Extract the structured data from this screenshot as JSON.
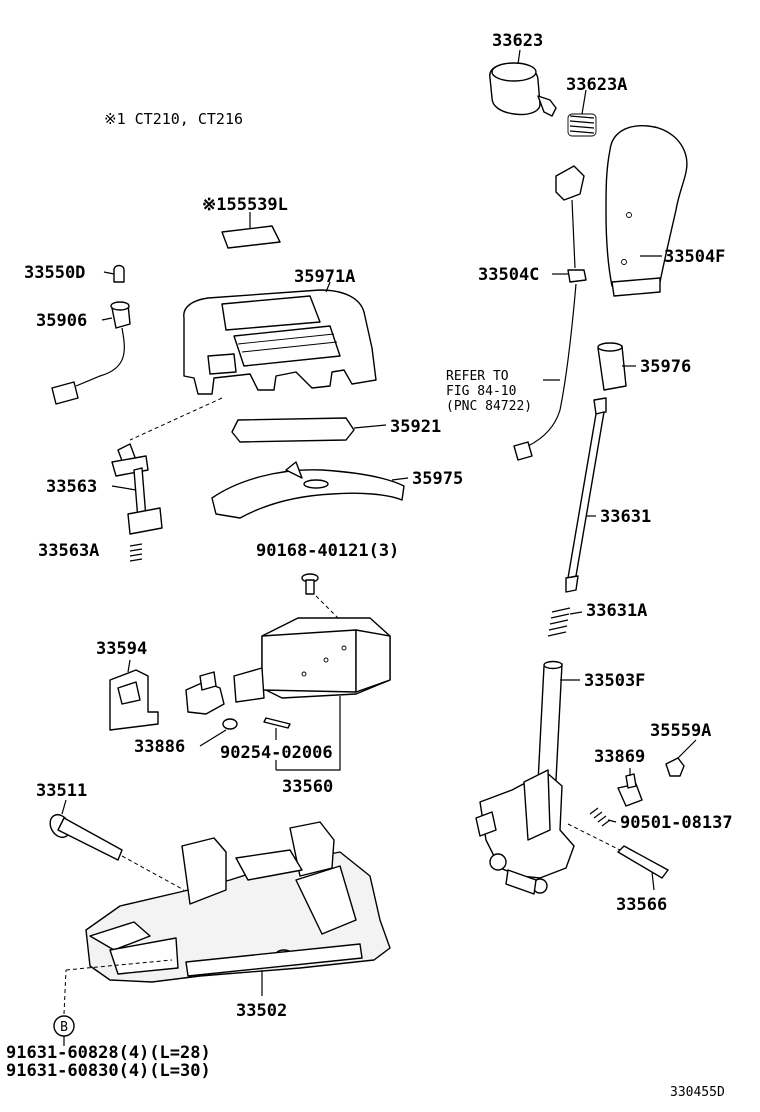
{
  "note": "※1 CT210, CT216",
  "figure_id": "330455D",
  "refer": {
    "line1": "REFER TO",
    "line2": "FIG 84-10",
    "line3": "(PNC 84722)"
  },
  "callout_symbol": "B",
  "labels": {
    "p33623": "33623",
    "p33623A": "33623A",
    "p55539L": "※155539L",
    "p33550D": "33550D",
    "p35971A": "35971A",
    "p33504C": "33504C",
    "p33504F": "33504F",
    "p35906": "35906",
    "p35976": "35976",
    "p35921": "35921",
    "p33563": "33563",
    "p35975": "35975",
    "p33631": "33631",
    "p33563A": "33563A",
    "p90168": "90168-40121(3)",
    "p33631A": "33631A",
    "p33594": "33594",
    "p33503F": "33503F",
    "p35559A": "35559A",
    "p33886": "33886",
    "p90254": "90254-02006",
    "p33869": "33869",
    "p33560": "33560",
    "p33511": "33511",
    "p90501": "90501-08137",
    "p33566": "33566",
    "p33502": "33502",
    "p91631a": "91631-60828(4)(L=28)",
    "p91631b": "91631-60830(4)(L=30)"
  }
}
